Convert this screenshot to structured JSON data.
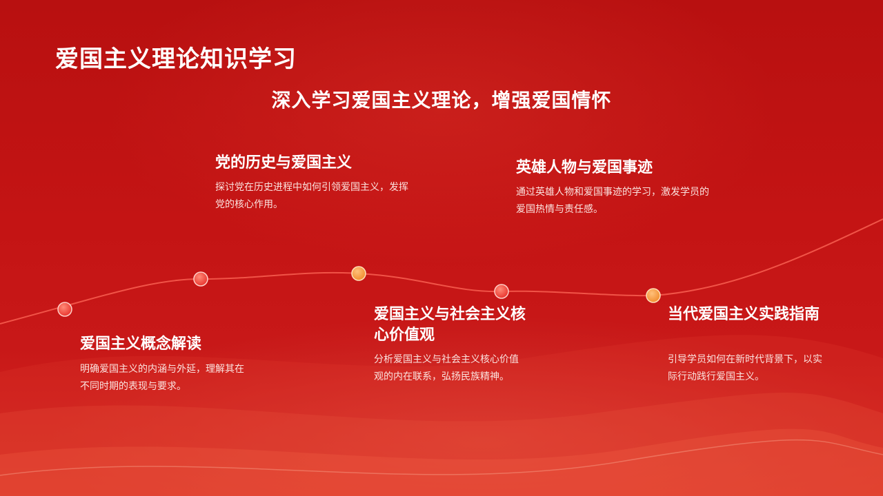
{
  "slide": {
    "title": "爱国主义理论知识学习",
    "subtitle": "深入学习爱国主义理论，增强爱国情怀"
  },
  "items": [
    {
      "title": "爱国主义概念解读",
      "desc": "明确爱国主义的内涵与外延，理解其在不同时期的表现与要求。"
    },
    {
      "title": "党的历史与爱国主义",
      "desc": "探讨党在历史进程中如何引领爱国主义，发挥党的核心作用。"
    },
    {
      "title": "爱国主义与社会主义核心价值观",
      "desc": "分析爱国主义与社会主义核心价值观的内在联系，弘扬民族精神。"
    },
    {
      "title": "英雄人物与爱国事迹",
      "desc": "通过英雄人物和爱国事迹的学习，激发学员的爱国热情与责任感。"
    },
    {
      "title": "当代爱国主义实践指南",
      "desc": "引导学员如何在新时代背景下，以实际行动践行爱国主义。"
    }
  ],
  "colors": {
    "background": "#c41414",
    "dot_red": "#f0453c",
    "dot_orange": "#f7a040",
    "text": "#ffffff"
  }
}
